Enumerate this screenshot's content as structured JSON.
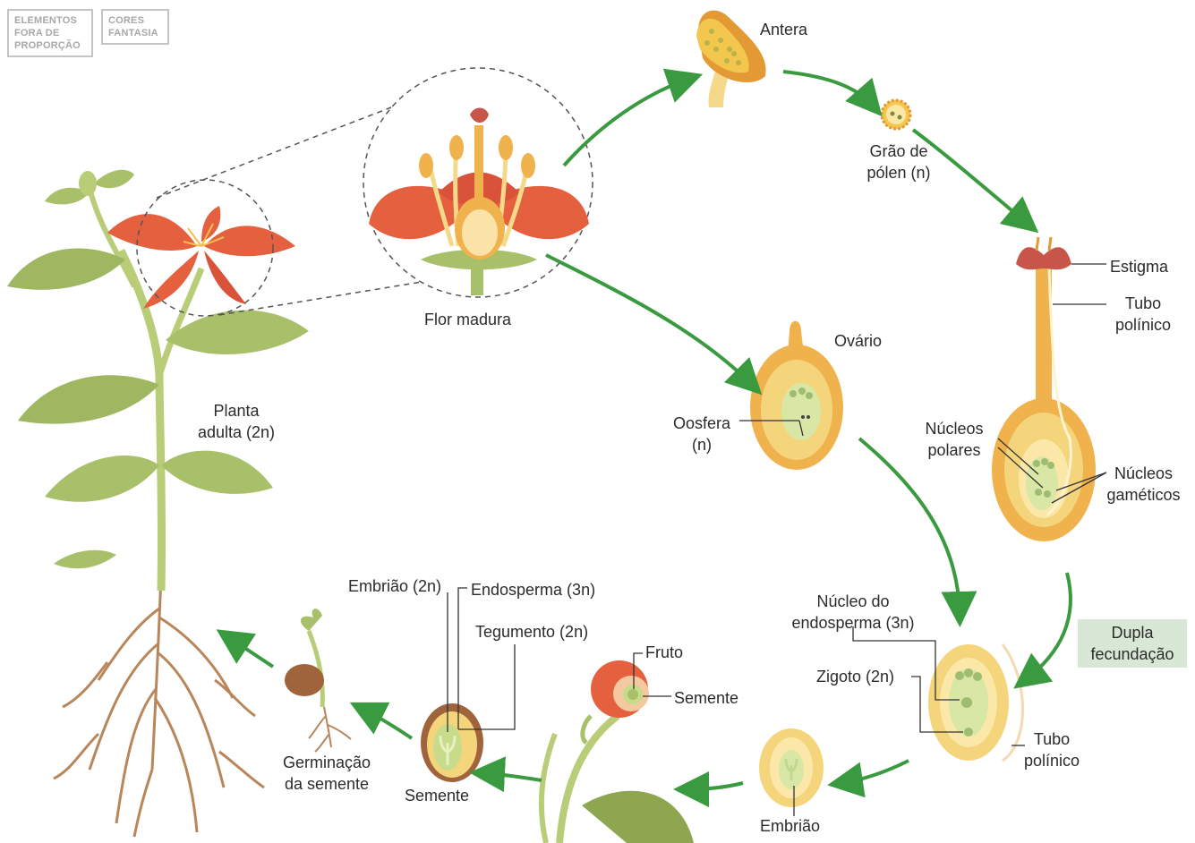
{
  "badges": {
    "disproportion": "ELEMENTOS FORA DE PROPORÇÃO",
    "fantasy_colors": "CORES FANTASIA"
  },
  "labels": {
    "antera": "Antera",
    "grao_de_polen": "Grão de pólen (n)",
    "estigma": "Estigma",
    "tubo_polinico_top": "Tubo polínico",
    "ovario": "Ovário",
    "oosfera": "Oosfera (n)",
    "nucleos_polares": "Núcleos polares",
    "nucleos_gameticos": "Núcleos gaméticos",
    "flor_madura": "Flor madura",
    "planta_adulta": "Planta adulta (2n)",
    "dupla_fecundacao": "Dupla fecundação",
    "nucleo_do_endosperma": "Núcleo do endosperma (3n)",
    "zigoto": "Zigoto (2n)",
    "tubo_polinico_bottom": "Tubo polínico",
    "embriao_bottom": "Embrião",
    "fruto": "Fruto",
    "semente_fruit": "Semente",
    "embriao_seed": "Embrião (2n)",
    "endosperma": "Endosperma (3n)",
    "tegumento": "Tegumento (2n)",
    "semente": "Semente",
    "germinacao": "Germinação da semente"
  },
  "colors": {
    "arrow_green": "#3a9a3f",
    "petal_red": "#e4603f",
    "leaf_green": "#a8c06a",
    "stem_green": "#b9cc77",
    "ovary_orange": "#f0b24c",
    "pollen_yellow": "#f5d35a",
    "root_brown": "#b9865a",
    "highlight_box": "#d9e8d6"
  }
}
